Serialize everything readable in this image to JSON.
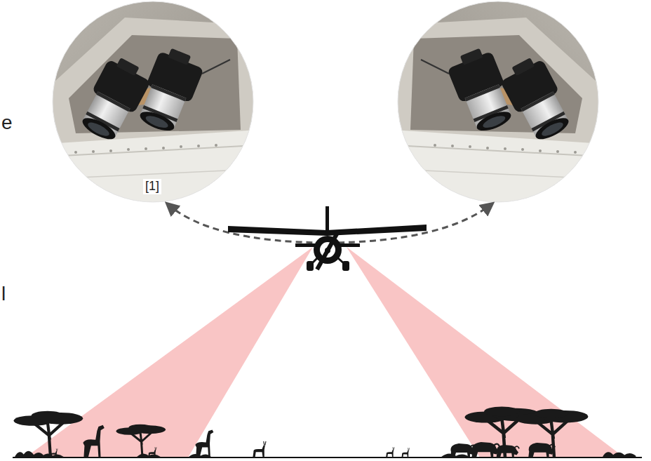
{
  "diagram": {
    "labels": [
      "[1]",
      "e",
      "l"
    ]
  }
}
